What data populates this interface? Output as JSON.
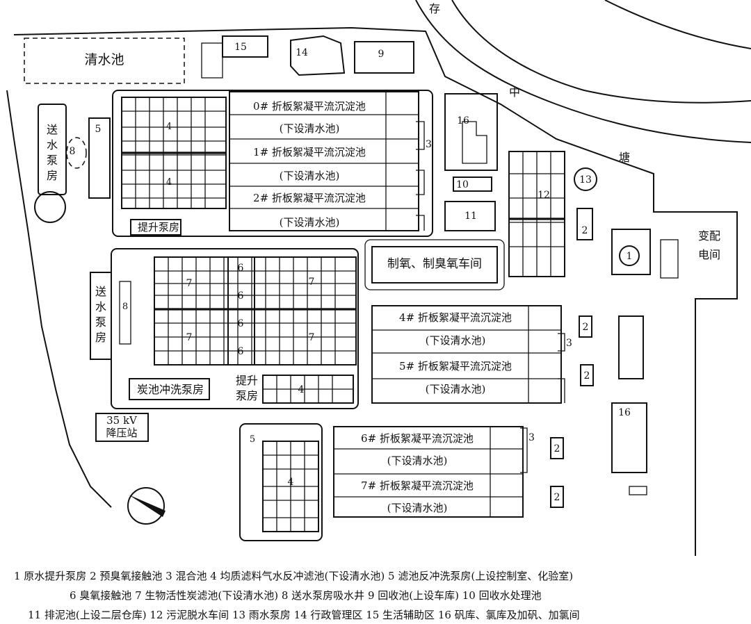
{
  "labels": {
    "qingshuichi": "清水池",
    "b15": "15",
    "b14": "14",
    "b9": "9",
    "b5": "5",
    "b8": "8",
    "b3": "3",
    "b16": "16",
    "b10": "10",
    "b11": "11",
    "b12": "12",
    "b13": "13",
    "b2": "2",
    "b1": "1",
    "b4": "4",
    "b6": "6",
    "b7": "7",
    "songshui_a": [
      "送",
      "水",
      "泵",
      "房"
    ],
    "songshui_b": [
      "送",
      "水",
      "泵",
      "房"
    ],
    "tisheng1": "提升泵房",
    "tisheng2": [
      "提升",
      "泵房"
    ],
    "zhiyang": "制氧、制臭氧车间",
    "peidian": [
      "变配",
      "电间"
    ],
    "tanchi": "炭池冲洗泵房",
    "jiangya": [
      "35 kV",
      "降压站"
    ],
    "road": [
      "存",
      "中",
      "塘"
    ],
    "xiashe": "(下设清水池)",
    "pools": [
      "0# 折板絮凝平流沉淀池",
      "1# 折板絮凝平流沉淀池",
      "2# 折板絮凝平流沉淀池",
      "4# 折板絮凝平流沉淀池",
      "5# 折板絮凝平流沉淀池",
      "6# 折板絮凝平流沉淀池",
      "7# 折板絮凝平流沉淀池"
    ]
  },
  "legend": [
    "1 原水提升泵房  2 预臭氧接触池  3 混合池  4 均质滤料气水反冲滤池(下设清水池)  5 滤池反冲洗泵房(上设控制室、化验室)",
    "6 臭氧接触池  7 生物活性炭滤池(下设清水池)  8 送水泵房吸水井  9 回收池(上设车库)  10 回收水处理池",
    "11 排泥池(上设二层仓库)  12 污泥脱水车间  13 雨水泵房  14 行政管理区  15 生活辅助区  16 矾库、氯库及加矾、加氯间"
  ]
}
